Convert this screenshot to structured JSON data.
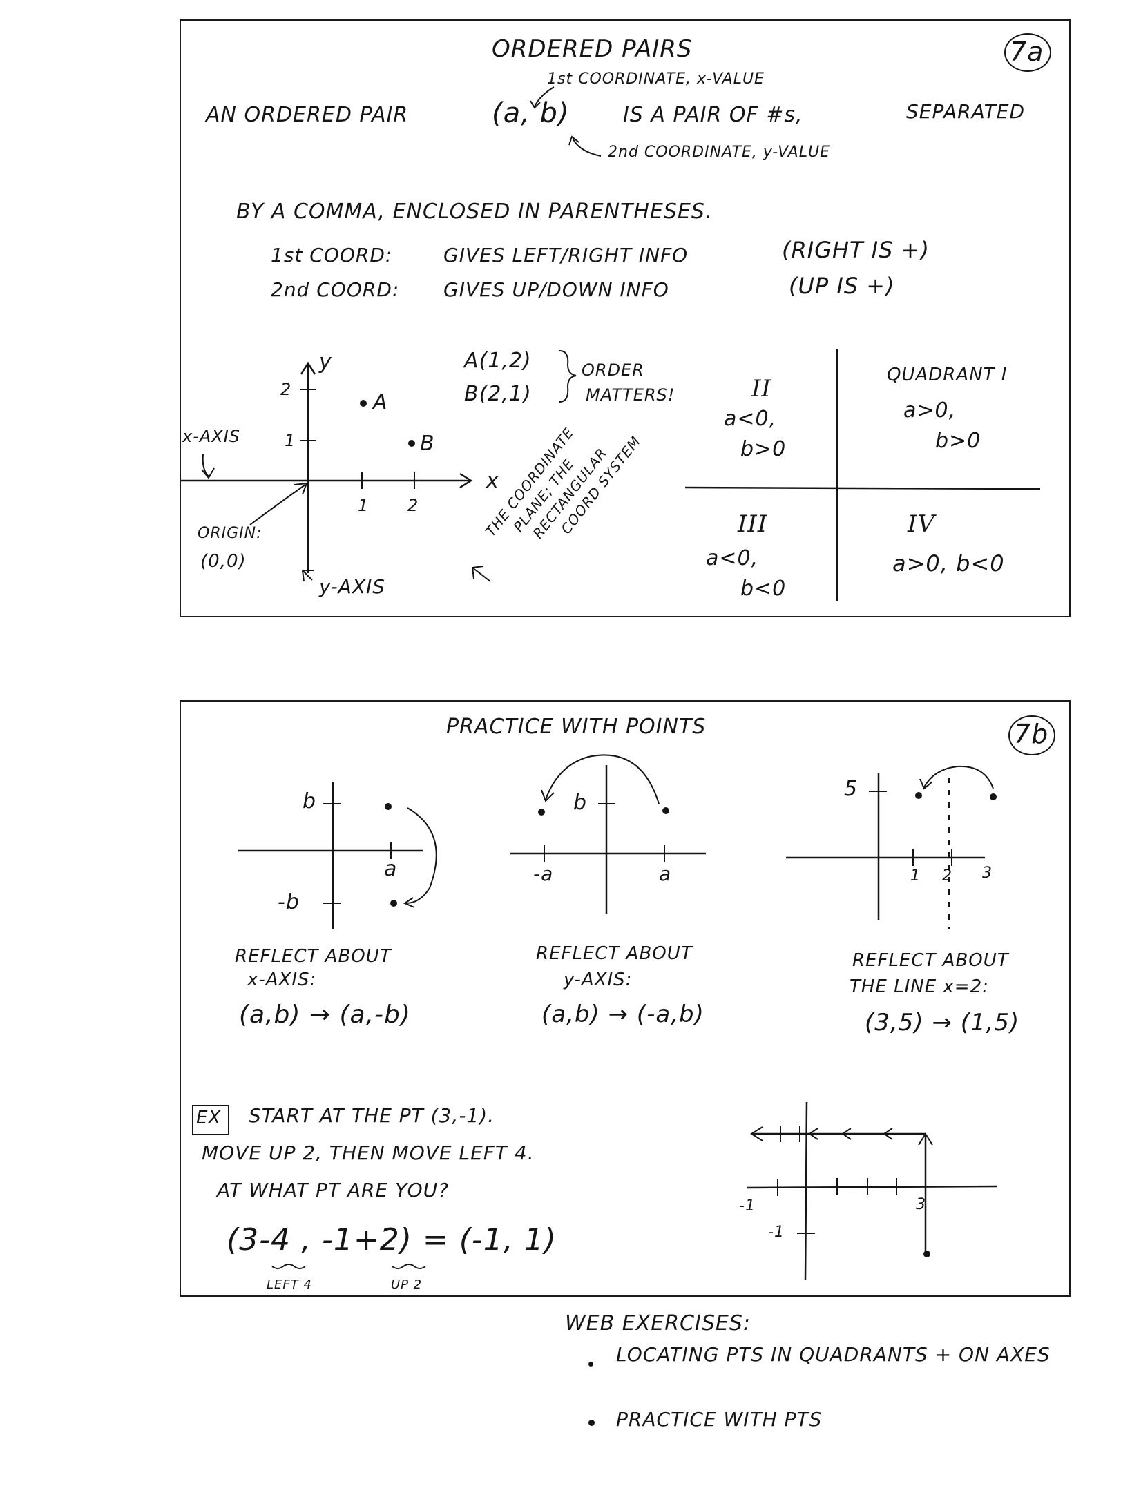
{
  "panel_7a": {
    "badge": "7a",
    "title": "ORDERED PAIRS",
    "def_lead": "AN ORDERED PAIR",
    "pair": "(a, b)",
    "def_rest": "IS A PAIR OF #s,",
    "def_separated": "SEPARATED",
    "note_first": "1st COORDINATE, x-VALUE",
    "note_second": "2nd COORDINATE, y-VALUE",
    "def_line2": "BY A COMMA, ENCLOSED IN PARENTHESES.",
    "coord1_label": "1st COORD:",
    "coord1_text": "GIVES LEFT/RIGHT INFO",
    "coord1_note": "(RIGHT IS +)",
    "coord2_label": "2nd COORD:",
    "coord2_text": "GIVES UP/DOWN INFO",
    "coord2_note": "(UP IS +)",
    "graph": {
      "y_label": "y",
      "x_label": "x",
      "tick_y2": "2",
      "tick_y1": "1",
      "tick_x1": "1",
      "tick_x2": "2",
      "point_a": "A",
      "point_b": "B",
      "x_axis_label": "x-AXIS",
      "y_axis_label": "y-AXIS",
      "origin_label": "ORIGIN:",
      "origin_value": "(0,0)"
    },
    "pair_a": "A(1,2)",
    "pair_b": "B(2,1)",
    "order_1": "ORDER",
    "order_2": "MATTERS!",
    "diag_1": "THE COORDINATE",
    "diag_2": "PLANE; THE",
    "diag_3": "RECTANGULAR",
    "diag_4": "COORD SYSTEM",
    "quadrants": {
      "q2_label": "II",
      "q2_a": "a<0,",
      "q2_b": "b>0",
      "q1_label": "QUADRANT I",
      "q1_a": "a>0,",
      "q1_b": "b>0",
      "q3_label": "III",
      "q3_a": "a<0,",
      "q3_b": "b<0",
      "q4_label": "IV",
      "q4_ab": "a>0, b<0"
    }
  },
  "panel_7b": {
    "badge": "7b",
    "title": "PRACTICE WITH POINTS",
    "g1": {
      "b": "b",
      "neg_b": "-b",
      "a": "a",
      "cap1": "REFLECT ABOUT",
      "cap2": "x-AXIS:",
      "result": "(a,b) → (a,-b)"
    },
    "g2": {
      "b": "b",
      "neg_a": "-a",
      "a": "a",
      "cap1": "REFLECT ABOUT",
      "cap2": "y-AXIS:",
      "result": "(a,b) → (-a,b)"
    },
    "g3": {
      "five": "5",
      "one": "1",
      "two": "2",
      "three": "3",
      "cap1": "REFLECT ABOUT",
      "cap2": "THE LINE x=2:",
      "result": "(3,5) → (1,5)"
    },
    "ex_tag": "EX",
    "ex_line1": "START AT THE PT (3,-1).",
    "ex_line2": "MOVE UP 2, THEN MOVE LEFT 4.",
    "ex_line3": "AT WHAT PT ARE YOU?",
    "ex_calc": "(3-4 , -1+2) = (-1, 1)",
    "ex_left": "LEFT 4",
    "ex_up": "UP 2",
    "ex_graph": {
      "neg1x": "-1",
      "three": "3",
      "neg1y": "-1"
    }
  },
  "web": {
    "heading": "WEB EXERCISES:",
    "items": [
      "LOCATING PTS IN QUADRANTS + ON AXES",
      "PRACTICE WITH PTS"
    ]
  }
}
